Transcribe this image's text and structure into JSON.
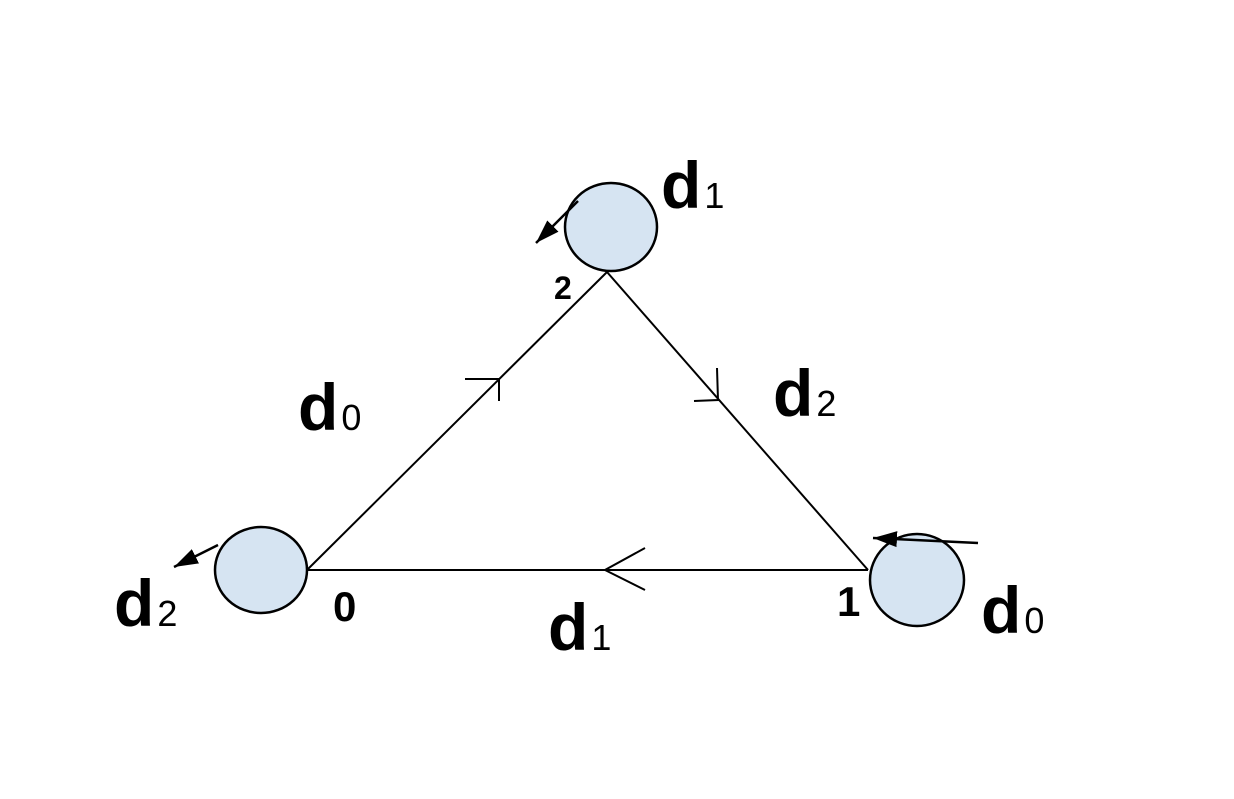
{
  "figure": {
    "type": "state-transition-diagram",
    "background_color": "#ffffff",
    "node_fill_color": "#d6e4f2",
    "line_color": "#000000",
    "nodes": [
      {
        "label": "0",
        "loop_label": {
          "base": "d",
          "sub": "2"
        }
      },
      {
        "label": "1",
        "loop_label": {
          "base": "d",
          "sub": "0"
        }
      },
      {
        "label": "2",
        "loop_label": {
          "base": "d",
          "sub": "1"
        }
      }
    ],
    "edges": [
      {
        "from": "0",
        "to": "2",
        "label": {
          "base": "d",
          "sub": "0"
        }
      },
      {
        "from": "2",
        "to": "1",
        "label": {
          "base": "d",
          "sub": "2"
        }
      },
      {
        "from": "1",
        "to": "0",
        "label": {
          "base": "d",
          "sub": "1"
        }
      }
    ]
  }
}
